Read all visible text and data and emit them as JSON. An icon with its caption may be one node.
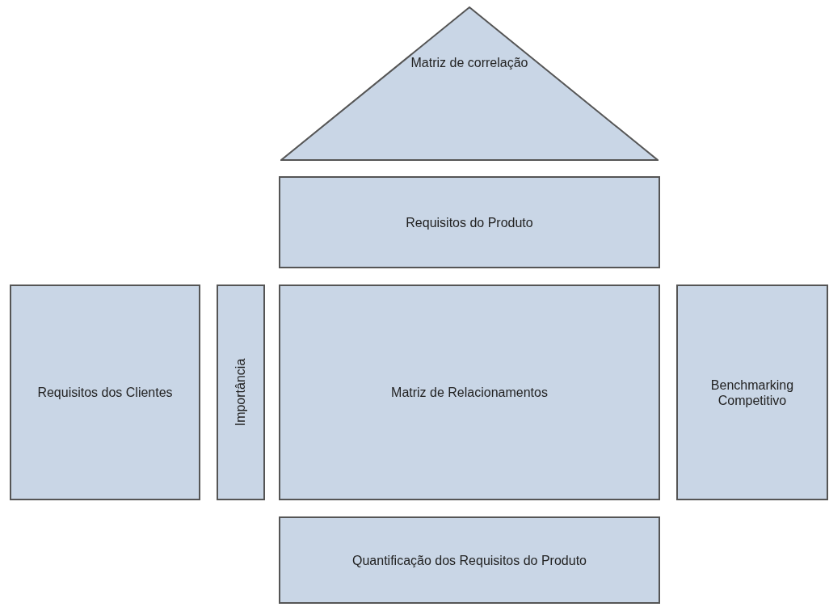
{
  "diagram": {
    "nodes": [
      {
        "text": [
          "Matriz de correlação"
        ]
      },
      {
        "text": [
          "Requisitos do Produto"
        ]
      },
      {
        "text": [
          "Requisitos dos Clientes"
        ]
      },
      {
        "text": [
          "Importância"
        ]
      },
      {
        "text": [
          "Matriz de Relacionamentos"
        ]
      },
      {
        "text": [
          "Benchmarking Competitivo"
        ]
      },
      {
        "text": [
          "Quantificação dos Requisitos do Produto"
        ]
      }
    ]
  }
}
